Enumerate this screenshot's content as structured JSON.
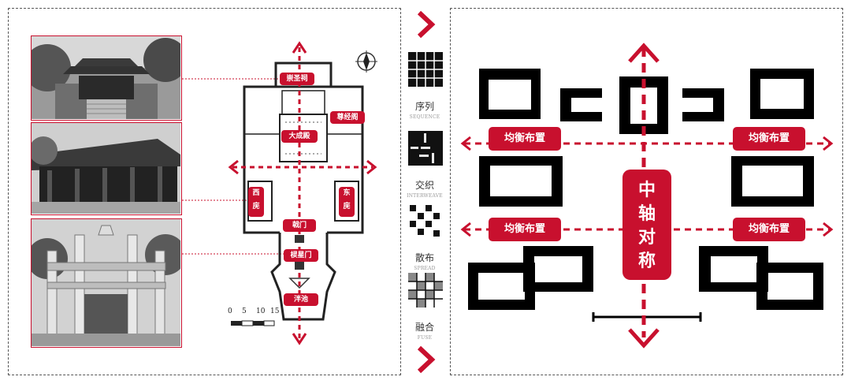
{
  "left": {
    "photos": [
      {
        "name": "photo-chongsheng-pavilion"
      },
      {
        "name": "photo-dacheng-hall"
      },
      {
        "name": "photo-lingxing-gate"
      }
    ],
    "plan": {
      "labels": {
        "chongsheng": "崇圣祠",
        "zunjing": "尊经阁",
        "dacheng": "大成殿",
        "xi": "西\n庑",
        "dong": "东\n庑",
        "ji": "戟门",
        "lingxing": "棂星门",
        "pan": "泮池"
      },
      "scale": [
        "0",
        "5",
        "10",
        "15"
      ]
    }
  },
  "patterns": [
    {
      "label": "序列",
      "sub": "SEQUENCE"
    },
    {
      "label": "交织",
      "sub": "INTERWEAVE"
    },
    {
      "label": "散布",
      "sub": "SPREAD"
    },
    {
      "label": "融合",
      "sub": "FUSE"
    }
  ],
  "right": {
    "balance_label": "均衡布置",
    "axis_label": [
      "中",
      "轴",
      "对",
      "称"
    ]
  },
  "colors": {
    "accent": "#c8102e",
    "block": "#000000"
  }
}
